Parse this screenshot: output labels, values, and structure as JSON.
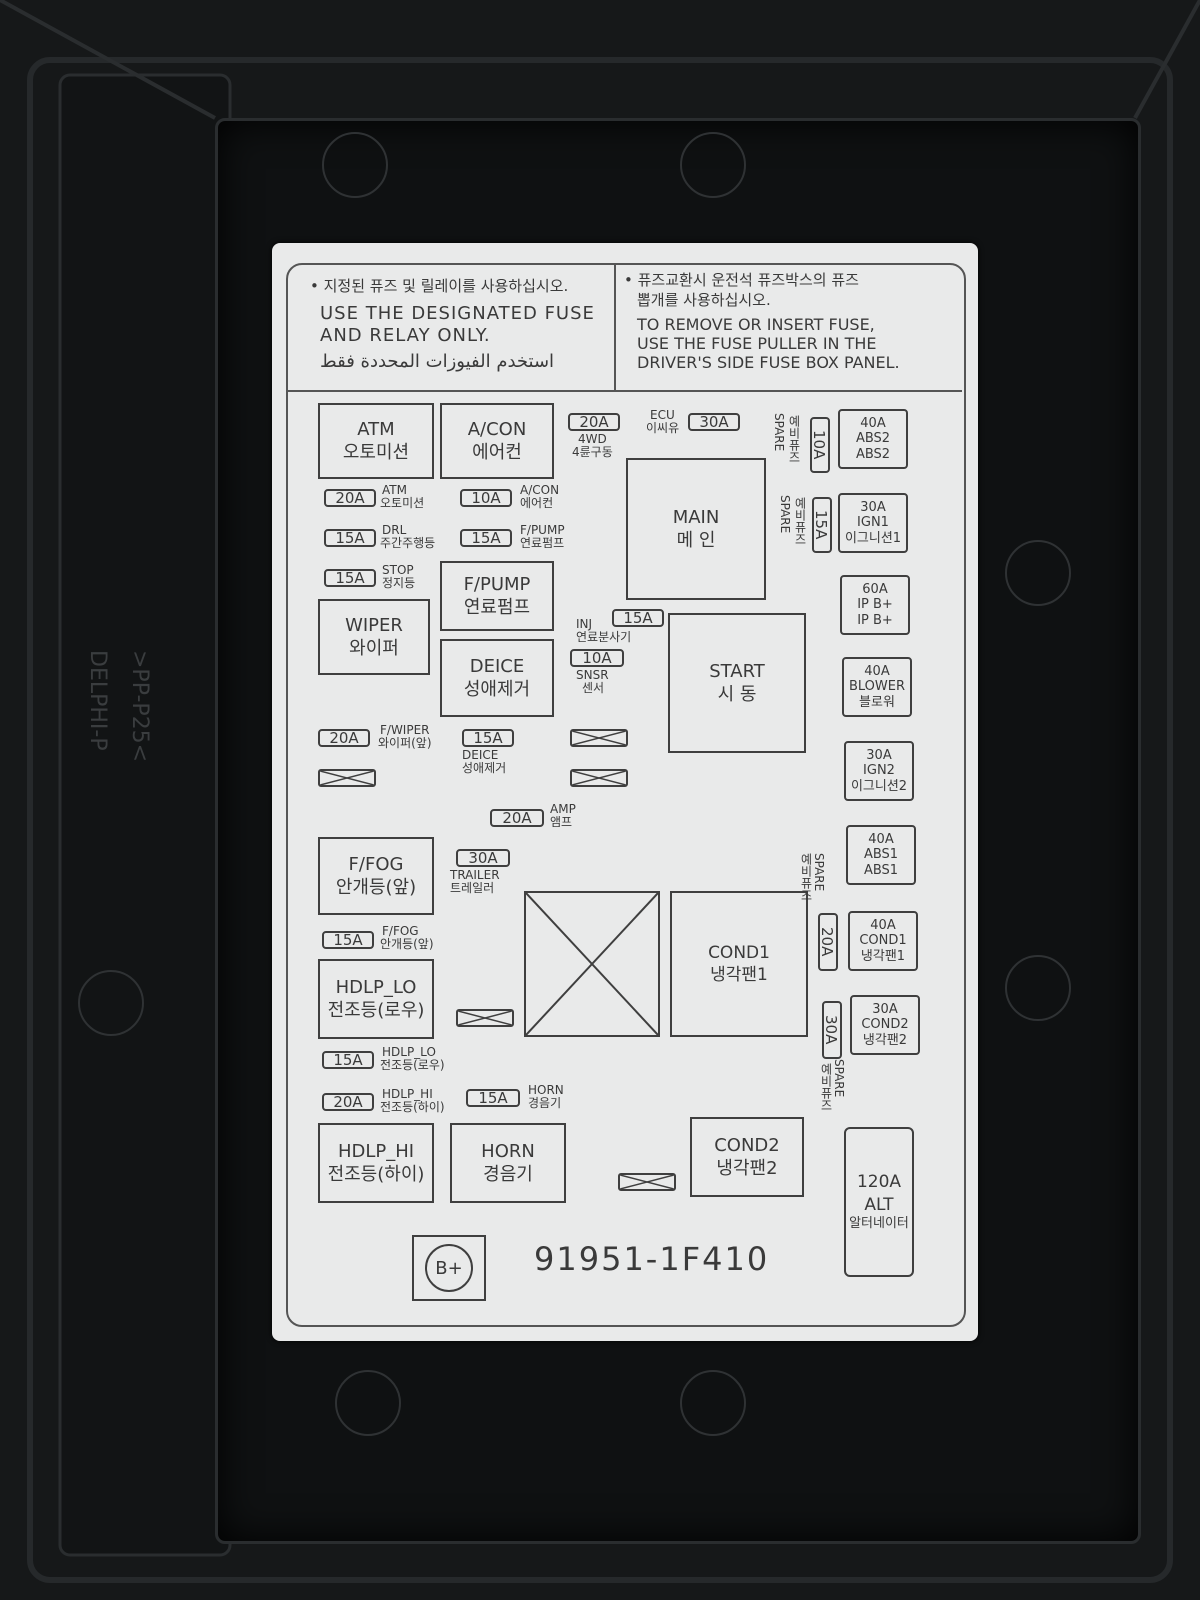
{
  "header": {
    "left_kr": "• 지정된 퓨즈 및 릴레이를 사용하십시오.",
    "left_en1": "USE THE DESIGNATED FUSE",
    "left_en2": "AND RELAY ONLY.",
    "left_ar": "استخدم الفيوزات المحددة فقط",
    "right_kr1": "• 퓨즈교환시 운전석 퓨즈박스의 퓨즈",
    "right_kr2": "뽑개를 사용하십시오.",
    "right_en1": "TO REMOVE OR INSERT FUSE,",
    "right_en2": "USE THE FUSE PULLER IN THE",
    "right_en3": "DRIVER'S SIDE FUSE BOX PANEL."
  },
  "relays": {
    "atm_en": "ATM",
    "atm_kr": "오토미션",
    "acon_en": "A/CON",
    "acon_kr": "에어컨",
    "main_en": "MAIN",
    "main_kr": "메 인",
    "fpump_en": "F/PUMP",
    "fpump_kr": "연료펌프",
    "wiper_en": "WIPER",
    "wiper_kr": "와이퍼",
    "deice_en": "DEICE",
    "deice_kr": "성애제거",
    "start_en": "START",
    "start_kr": "시 동",
    "ffog_en": "F/FOG",
    "ffog_kr": "안개등(앞)",
    "cond1_en": "COND1",
    "cond1_kr": "냉각팬1",
    "hdlplo_en": "HDLP_LO",
    "hdlplo_kr": "전조등(로우)",
    "hdlphi_en": "HDLP_HI",
    "hdlphi_kr": "전조등(하이)",
    "horn_en": "HORN",
    "horn_kr": "경음기",
    "cond2_en": "COND2",
    "cond2_kr": "냉각팬2",
    "alt_amp": "120A",
    "alt_en": "ALT",
    "alt_kr": "알터네이터"
  },
  "fuses": {
    "f4wd": "20A",
    "f4wd_l1": "4WD",
    "f4wd_l2": "4륜구동",
    "ecu_l1": "ECU",
    "ecu_l2": "이씨유",
    "ecu": "30A",
    "atm": "20A",
    "atm_l1": "ATM",
    "atm_l2": "오토미션",
    "acon": "10A",
    "acon_l1": "A/CON",
    "acon_l2": "에어컨",
    "drl": "15A",
    "drl_l1": "DRL",
    "drl_l2": "주간주행등",
    "fpump": "15A",
    "fpump_l1": "F/PUMP",
    "fpump_l2": "연료펌프",
    "stop": "15A",
    "stop_l1": "STOP",
    "stop_l2": "정지등",
    "inj": "15A",
    "inj_l1": "INJ",
    "inj_l2": "연료분사기",
    "snsr": "10A",
    "snsr_l1": "SNSR",
    "snsr_l2": "센서",
    "fwiper": "20A",
    "fwiper_l1": "F/WIPER",
    "fwiper_l2": "와이퍼(앞)",
    "deice": "15A",
    "deice_l1": "DEICE",
    "deice_l2": "성애제거",
    "amp": "20A",
    "amp_l1": "AMP",
    "amp_l2": "앰프",
    "trailer": "30A",
    "trailer_l1": "TRAILER",
    "trailer_l2": "트레일러",
    "ffog": "15A",
    "ffog_l1": "F/FOG",
    "ffog_l2": "안개등(앞)",
    "hdlplo": "15A",
    "hdlplo_l1": "HDLP_LO",
    "hdlplo_l2": "전조등(로우)",
    "hdlphi": "20A",
    "hdlphi_l1": "HDLP_HI",
    "hdlphi_l2": "전조등(하이)",
    "horn": "15A",
    "horn_l1": "HORN",
    "horn_l2": "경음기"
  },
  "spares": {
    "spare_en": "SPARE",
    "spare_kr": "예비퓨즈",
    "s1": "10A",
    "s2": "15A",
    "s3": "20A",
    "s4": "30A"
  },
  "maxi": {
    "abs2_a": "40A",
    "abs2_l1": "ABS2",
    "abs2_l2": "ABS2",
    "ign1_a": "30A",
    "ign1_l1": "IGN1",
    "ign1_l2": "이그니션1",
    "ipb_a": "60A",
    "ipb_l1": "IP B+",
    "ipb_l2": "IP B+",
    "blower_a": "40A",
    "blower_l1": "BLOWER",
    "blower_l2": "블로워",
    "ign2_a": "30A",
    "ign2_l1": "IGN2",
    "ign2_l2": "이그니션2",
    "abs1_a": "40A",
    "abs1_l1": "ABS1",
    "abs1_l2": "ABS1",
    "cond1_a": "40A",
    "cond1_l1": "COND1",
    "cond1_l2": "냉각팬1",
    "cond2_a": "30A",
    "cond2_l1": "COND2",
    "cond2_l2": "냉각팬2"
  },
  "footer": {
    "badge": "B+",
    "part_number": "91951-1F410"
  },
  "embossed": {
    "mark1": "DELPHI-P",
    "mark2": ">PP-P25<"
  }
}
